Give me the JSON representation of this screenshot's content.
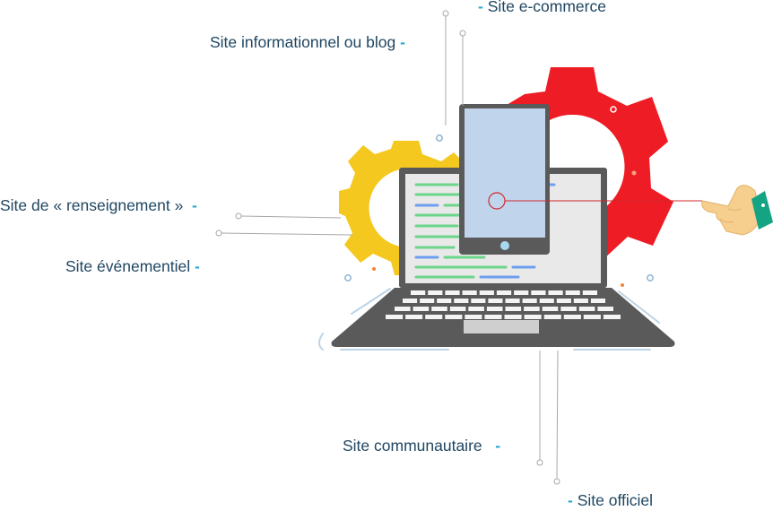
{
  "labels": {
    "ecommerce": "Site e-commerce",
    "informational": "Site informationnel ou blog",
    "information": "Site de « renseignement »",
    "event": "Site événementiel",
    "community": "Site communautaire",
    "official": "Site officiel"
  },
  "colors": {
    "text": "#1f4661",
    "dash_accent": "#2aa7d2",
    "gear_red": "#ee1c24",
    "gear_yellow": "#f4c81e",
    "laptop_body": "#5a5a5a",
    "screen_bg": "#e9e9e9",
    "code_green": "#6cd58a",
    "code_blue": "#6d9ef0",
    "tablet_screen": "#c9dff8",
    "hand_skin": "#f6cf8e",
    "cuff_teal": "#14a383",
    "connector_line": "#d0282b",
    "leader_line": "#a8a8a8"
  },
  "icons": [
    "laptop-icon",
    "tablet-icon",
    "gear-icon",
    "pointing-hand-icon"
  ]
}
